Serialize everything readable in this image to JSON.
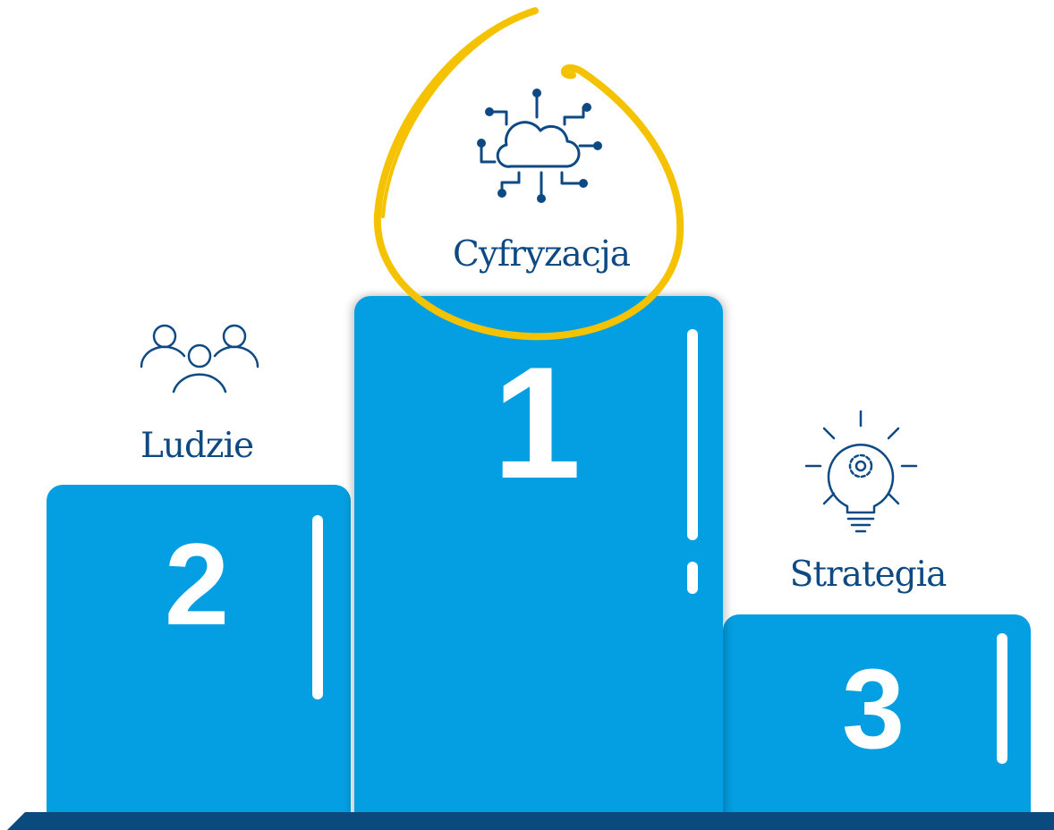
{
  "podium": [
    {
      "place": "1",
      "label": "Cyfryzacja",
      "icon": "cloud-network-icon",
      "highlighted": true
    },
    {
      "place": "2",
      "label": "Ludzie",
      "icon": "people-group-icon"
    },
    {
      "place": "3",
      "label": "Strategia",
      "icon": "lightbulb-gear-icon"
    }
  ],
  "colors": {
    "block": "#049fe3",
    "text": "#0d4a83",
    "floor": "#0a4a7e",
    "highlight": "#f5c200"
  }
}
